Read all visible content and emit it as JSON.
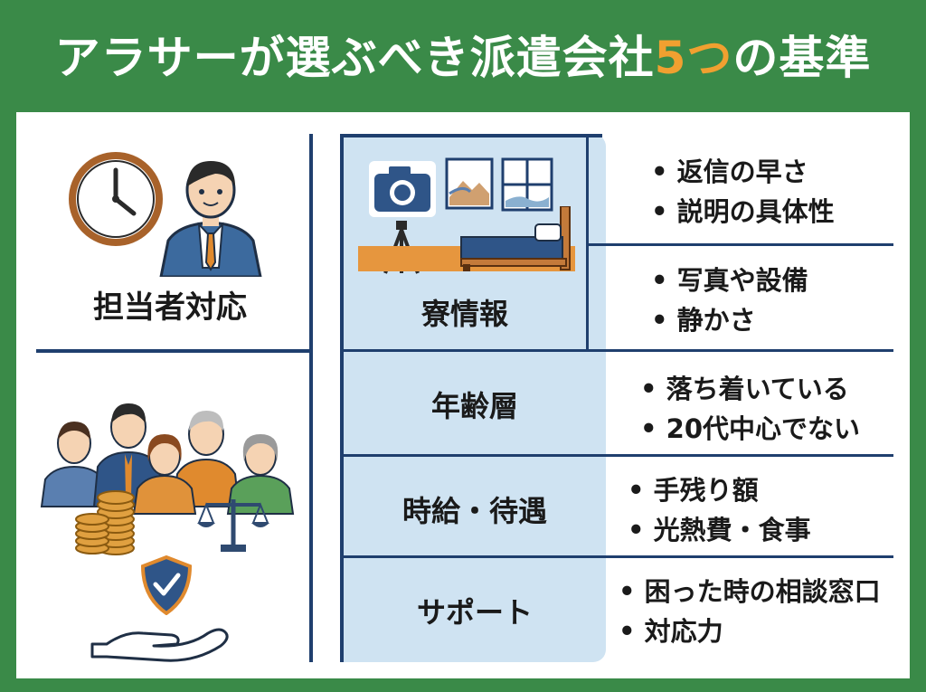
{
  "title": {
    "main": "アラサーが選ぶべき派遣会社",
    "accent": "5つ",
    "tail": "の基準",
    "accent_color": "#f0a030"
  },
  "left": {
    "top_label": "担当者対応"
  },
  "rows": [
    {
      "label": "寮情報",
      "bullets": [
        [
          "返信の早さ",
          "説明の具体性"
        ],
        [
          "写真や設備",
          "静かさ"
        ]
      ]
    },
    {
      "label": "年齢層",
      "bullets": [
        [
          "落ち着いている",
          "20代中心でない"
        ]
      ]
    },
    {
      "label": "時給・待遇",
      "bullets": [
        [
          "手残り額",
          "光熱費・食事"
        ]
      ]
    },
    {
      "label": "サポート",
      "bullets": [
        [
          "困った時の相談窓口",
          "対応力"
        ]
      ]
    }
  ],
  "colors": {
    "background": "#3a8a48",
    "lines": "#1f3f6e",
    "box": "#cfe3f2",
    "accent": "#f0a030"
  },
  "icons": [
    "clock-icon",
    "businessman-icon",
    "camera-icon",
    "picture-icon",
    "window-icon",
    "tripod-icon",
    "bed-icon",
    "people-group-icon",
    "coins-icon",
    "scale-icon",
    "shield-check-icon",
    "hand-icon"
  ]
}
